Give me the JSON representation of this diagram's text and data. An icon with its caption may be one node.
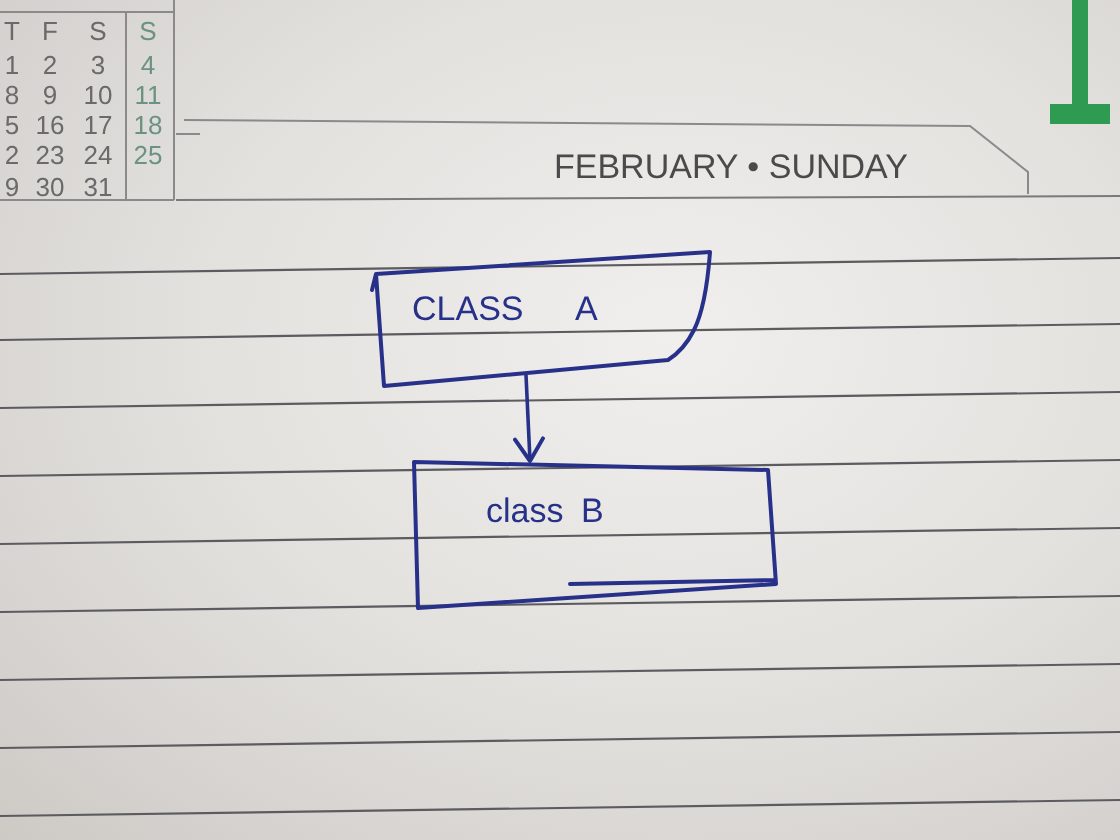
{
  "diagram": {
    "nodes": [
      {
        "text": [
          "CLASS A"
        ]
      },
      {
        "text": [
          "class B"
        ]
      }
    ],
    "edges": [
      {
        "from": 0,
        "to": 1,
        "arrow": "to"
      }
    ],
    "labels": [
      "T",
      "F",
      "S",
      "S",
      "1",
      "2",
      "3",
      "4",
      "8",
      "9",
      "10",
      "11",
      "5",
      "16",
      "17",
      "18",
      "2",
      "23",
      "24",
      "25",
      "9",
      "30",
      "31",
      "FEBRUARY • SUNDAY"
    ]
  }
}
